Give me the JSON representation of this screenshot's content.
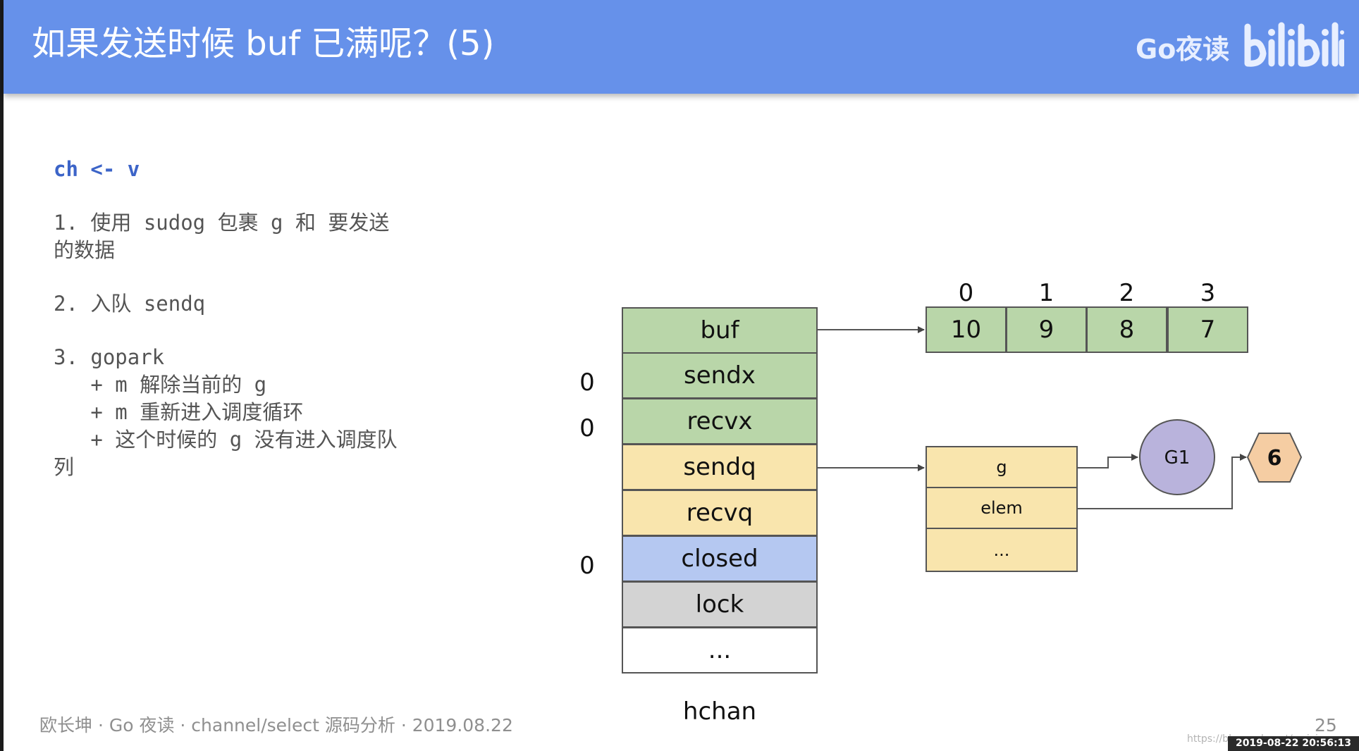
{
  "header": {
    "title": "如果发送时候 buf 已满呢？(5)",
    "brand": "Go夜读",
    "logo_text": "bilibili"
  },
  "code": {
    "command": "ch <- v",
    "lines": [
      "1. 使用 sudog 包裹 g 和 要发送",
      "的数据",
      "2. 入队 sendq",
      "3. gopark",
      "   + m 解除当前的 g",
      "   + m 重新进入调度循环",
      "   + 这个时候的 g 没有进入调度队",
      "列"
    ]
  },
  "hchan": {
    "label": "hchan",
    "fields": [
      "buf",
      "sendx",
      "recvx",
      "sendq",
      "recvq",
      "closed",
      "lock",
      "..."
    ],
    "side_values": {
      "sendx": "0",
      "recvx": "0",
      "closed": "0"
    }
  },
  "buffer": {
    "indices": [
      "0",
      "1",
      "2",
      "3"
    ],
    "values": [
      "10",
      "9",
      "8",
      "7"
    ]
  },
  "sudog": {
    "fields": [
      "g",
      "elem",
      "..."
    ]
  },
  "goroutine": {
    "label": "G1"
  },
  "value_node": {
    "label": "6"
  },
  "footer": {
    "text": "欧长坤 · Go 夜读 · channel/select 源码分析 · 2019.08.22",
    "page": "25",
    "url": "https://blog.csdn.net/weixin_...",
    "timestamp": "2019-08-22 20:56:13"
  },
  "colors": {
    "header": "#6691ea",
    "green": "#b9d6a9",
    "yellow": "#f9e5ad",
    "blue": "#b5c8f1",
    "gray": "#d3d3d3",
    "goroutine": "#b9b3dc",
    "value_node": "#f5cda3"
  }
}
